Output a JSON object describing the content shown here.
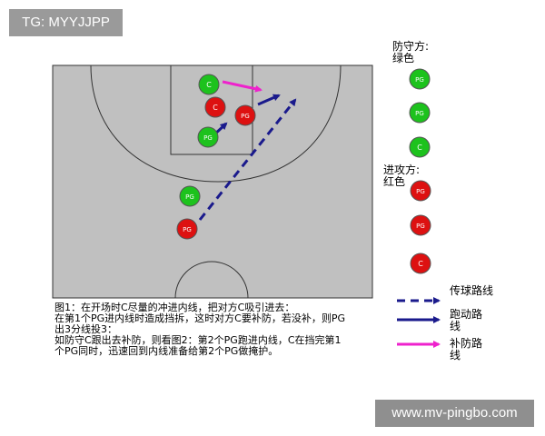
{
  "watermarks": {
    "top": "TG: MYYJJPP",
    "bottom": "www.mv-pingbo.com"
  },
  "colors": {
    "court": "#c0c0c0",
    "defense_green": "#1dc21d",
    "offense_red": "#dd1111",
    "pass_line": "#1a1a8c",
    "run_line": "#1a1a8c",
    "help_line": "#ee22cc"
  },
  "court": {
    "players": [
      {
        "team": "defense",
        "label": "C"
      },
      {
        "team": "offense",
        "label": "C"
      },
      {
        "team": "offense",
        "label": "PG"
      },
      {
        "team": "defense",
        "label": "PG"
      },
      {
        "team": "defense",
        "label": "PG"
      },
      {
        "team": "offense",
        "label": "PG"
      }
    ],
    "paths": [
      {
        "type": "pass",
        "description_id": "pass"
      },
      {
        "type": "run",
        "description_id": "run1"
      },
      {
        "type": "run",
        "description_id": "run2"
      },
      {
        "type": "help",
        "description_id": "help"
      }
    ]
  },
  "legend": {
    "defense": {
      "title_line1": "防守方:",
      "title_line2": "绿色",
      "players": [
        "PG",
        "PG",
        "C"
      ]
    },
    "offense": {
      "title_line1": "进攻方:",
      "title_line2": "红色",
      "players": [
        "PG",
        "PG",
        "C"
      ]
    },
    "lines": {
      "pass": "传球路线",
      "run_line1": "跑动路",
      "run_line2": "线",
      "help_line1": "补防路",
      "help_line2": "线"
    }
  },
  "caption": [
    "图1：在开场时C尽量的冲进内线，把对方C吸引进去：",
    "在第1个PG进内线时造成挡拆，这时对方C要补防，若没补，则PG",
    "出3分线投3：",
    "如防守C跟出去补防，则看图2：第2个PG跑进内线，C在挡完第1",
    "个PG同时，迅速回到内线准备给第2个PG做掩护。"
  ]
}
